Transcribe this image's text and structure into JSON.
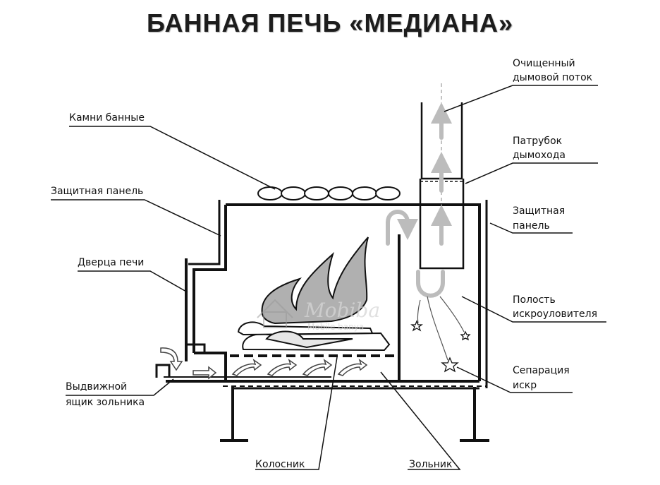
{
  "title": "БАННАЯ ПЕЧЬ «МЕДИАНА»",
  "labels": {
    "stones": "Камни  банные",
    "panel_left": "Защитная панель",
    "door": "Дверца печи",
    "ash_drawer_1": "Выдвижной",
    "ash_drawer_2": "ящик зольника",
    "grate": "Колосник",
    "ashpit": "Зольник",
    "smoke_1": "Очищенный",
    "smoke_2": "дымовой поток",
    "pipe_1": "Патрубок",
    "pipe_2": "дымохода",
    "panel_right_1": "Защитная",
    "panel_right_2": "панель",
    "cavity_1": "Полость",
    "cavity_2": "искроуловителя",
    "spark_1": "Сепарация",
    "spark_2": "искр"
  },
  "watermark": {
    "brand": "Mobiba",
    "sub": "Mobile banya"
  },
  "colors": {
    "line": "#111111",
    "arrow_gray": "#bcbcbc",
    "flame_gray": "#b0b0b0"
  }
}
